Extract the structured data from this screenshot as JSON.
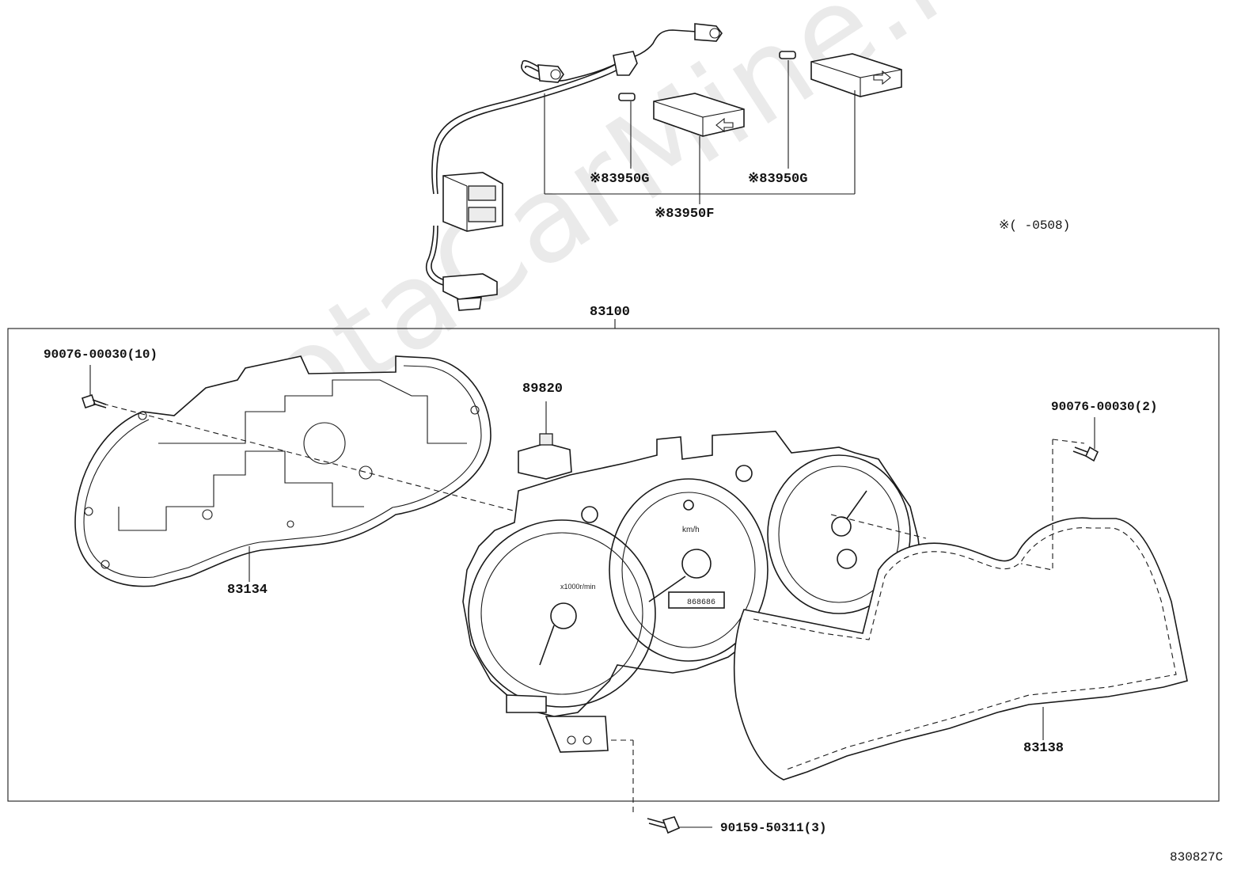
{
  "watermark": "ToyotaCarMine.ru",
  "note": "※(      -0508)",
  "diagram_code": "830827C",
  "parts": {
    "p83100": "83100",
    "p83134": "83134",
    "p83138": "83138",
    "p89820": "89820",
    "p83950g_left": "※83950G",
    "p83950g_right": "※83950G",
    "p83950f": "※83950F",
    "screw_left": "90076-00030(10)",
    "screw_right": "90076-00030(2)",
    "bolt_bottom": "90159-50311(3)"
  },
  "gauge_text": {
    "speed_unit": "km/h",
    "tach_unit": "x1000r/min",
    "odometer": "868686"
  }
}
